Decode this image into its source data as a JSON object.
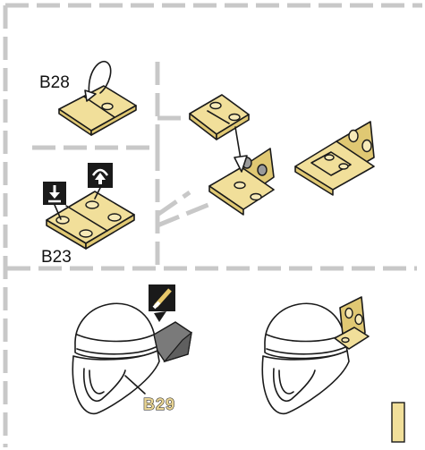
{
  "labels": {
    "b28": "B28",
    "b23": "B23",
    "b29": "B29"
  },
  "icons": {
    "fold_down": "fold-down-icon",
    "fold_up": "fold-up-icon",
    "glue": "glue-brush-icon",
    "reference_bar": "color-swatch-icon"
  },
  "colors": {
    "brass": "#f1df9a",
    "brass_dark": "#e0c873",
    "dashed_frame": "#c8c8c8",
    "icon_bg": "#1a1a1a",
    "glue_tip": "#e8c86a"
  }
}
